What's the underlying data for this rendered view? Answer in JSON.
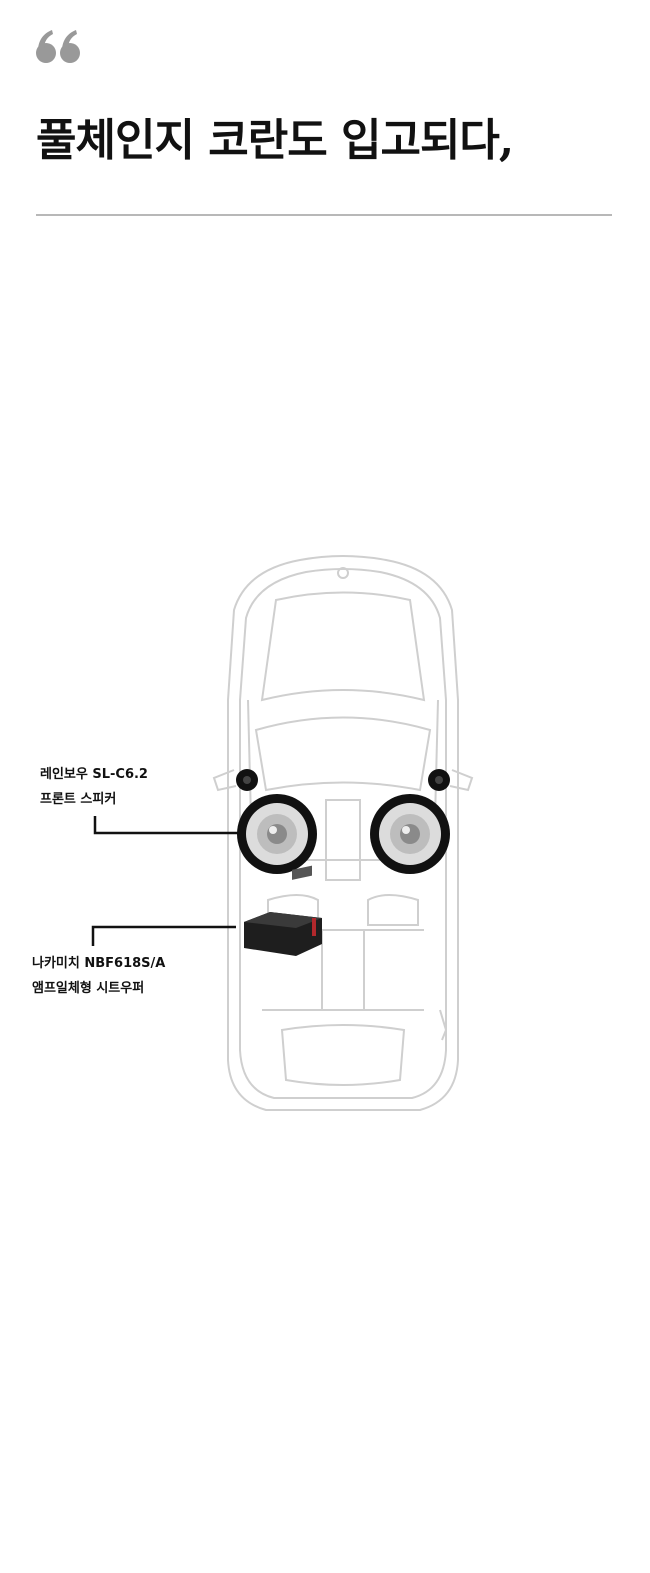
{
  "headline": "풀체인지 코란도 입고되다,",
  "components": [
    {
      "line1": "레인보우 SL-C6.2",
      "line2": "프론트 스피커"
    },
    {
      "line1": "나카미치 NBF618S/A",
      "line2": "앰프일체형 시트우퍼"
    }
  ],
  "colors": {
    "quote_mark": "#999999",
    "divider": "#b8b8b8",
    "car_outline": "#cfcfcf",
    "leader_line": "#111111"
  }
}
